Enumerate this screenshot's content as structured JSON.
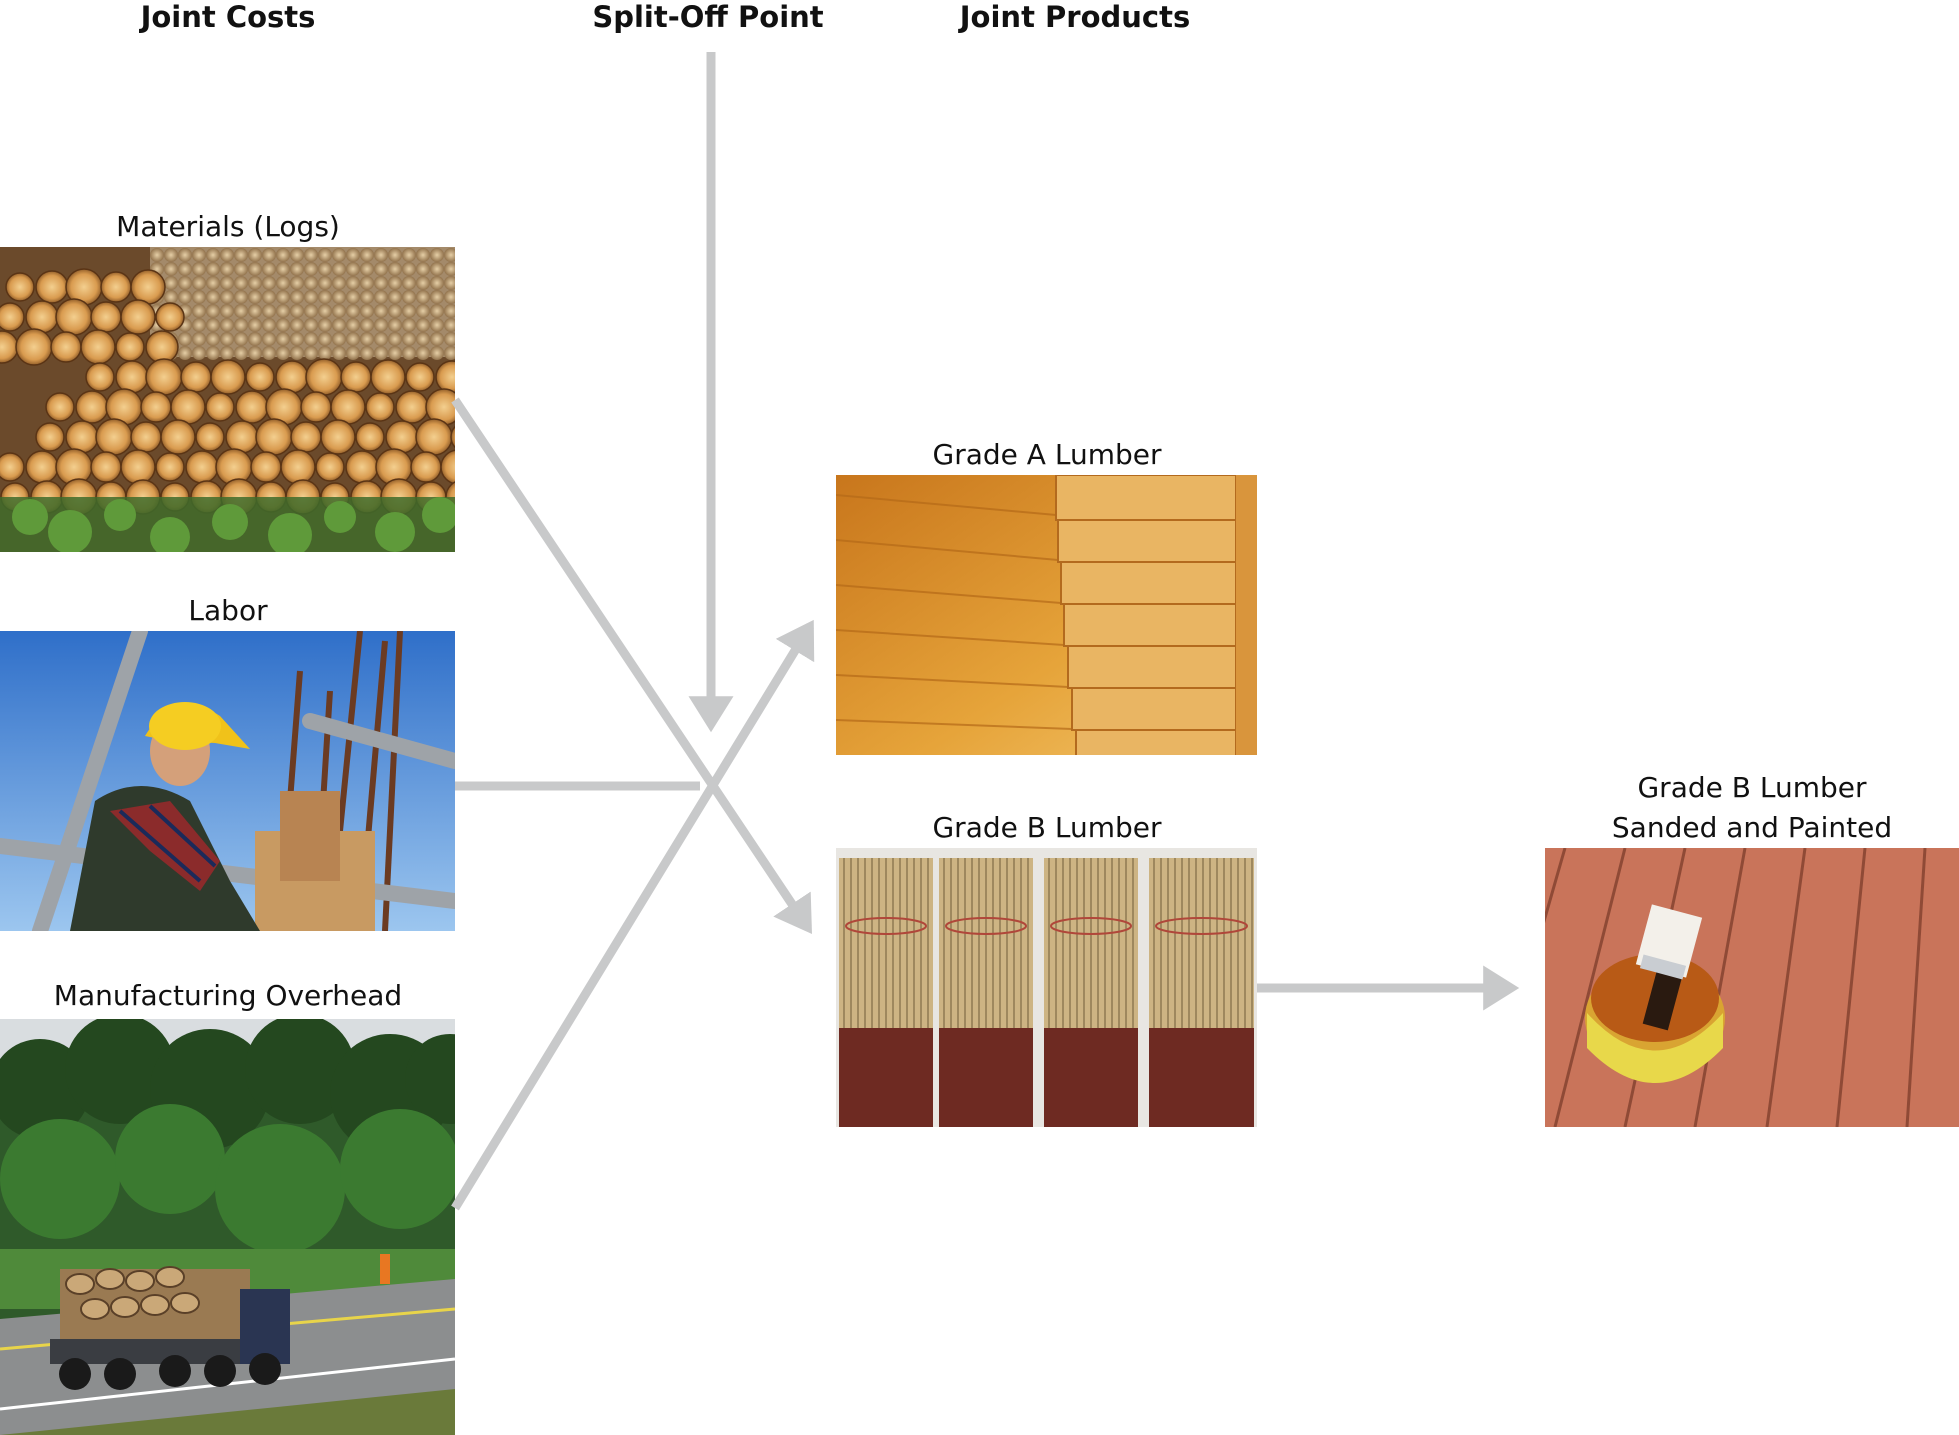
{
  "headings": {
    "joint_costs": "Joint Costs",
    "split_off_point": "Split-Off Point",
    "joint_products": "Joint Products"
  },
  "inputs": [
    {
      "label": "Materials (Logs)",
      "image": "stacked-logs-photo"
    },
    {
      "label": "Labor",
      "image": "construction-worker-photo"
    },
    {
      "label": "Manufacturing Overhead",
      "image": "logging-truck-photo"
    }
  ],
  "products": [
    {
      "label": "Grade A Lumber",
      "image": "grade-a-lumber-photo"
    },
    {
      "label": "Grade B Lumber",
      "image": "grade-b-lumber-photo"
    }
  ],
  "further_processing": {
    "label_line1": "Grade B Lumber",
    "label_line2": "Sanded and Painted",
    "image": "painted-deck-photo"
  },
  "colors": {
    "arrow": "#c8c9ca",
    "text": "#111111"
  }
}
